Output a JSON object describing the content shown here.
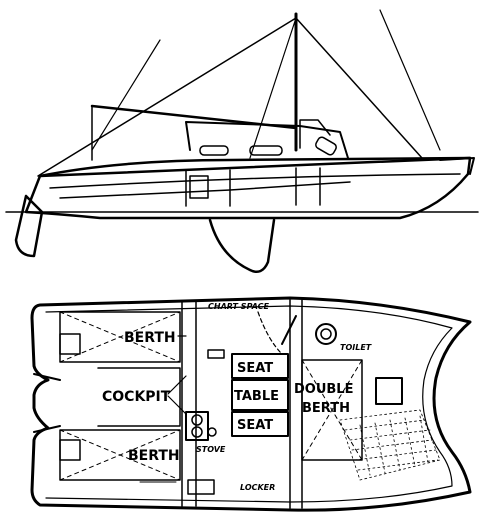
{
  "drawing": {
    "profile_label": "",
    "labels": {
      "berth_top": "BERTH",
      "berth_bottom": "BERTH",
      "cockpit": "COCKPIT",
      "chart_space": "CHART SPACE",
      "toilet": "TOILET",
      "seat_top": "SEAT",
      "table": "TABLE",
      "seat_bottom": "SEAT",
      "double": "DOUBLE",
      "berth_double": "BERTH",
      "stove": "STOVE",
      "locker": "LOCKER"
    },
    "line_color": "#000000",
    "paper_color": "#ffffff"
  }
}
